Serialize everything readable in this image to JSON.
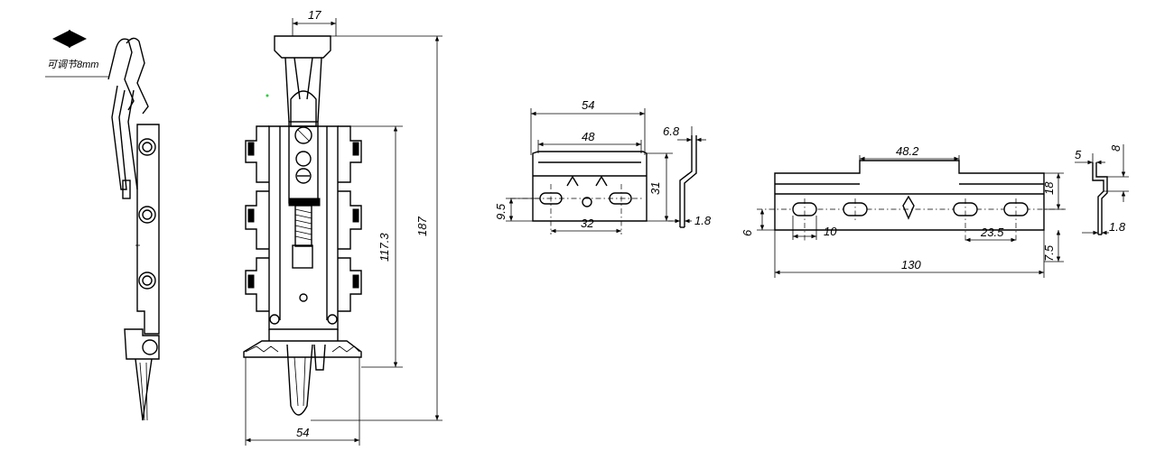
{
  "adjust_note": "可调节8mm",
  "main_view": {
    "top_width": "17",
    "overall_height": "187",
    "slot_span": "117.3",
    "base_width": "54"
  },
  "small_bracket": {
    "outer_width": "54",
    "inner_width": "48",
    "height": "31",
    "hole_offset": "9.5",
    "hole_spacing": "32",
    "flange": "6.8",
    "thickness": "1.8"
  },
  "long_bracket": {
    "tab_width": "48.2",
    "height": "18",
    "hole_offset": "6",
    "slot_width": "10",
    "slot_length": "23.5",
    "overall_length": "130",
    "bottom_offset": "7.5",
    "side_top": "8",
    "side_lip": "5",
    "thickness": "1.8"
  }
}
